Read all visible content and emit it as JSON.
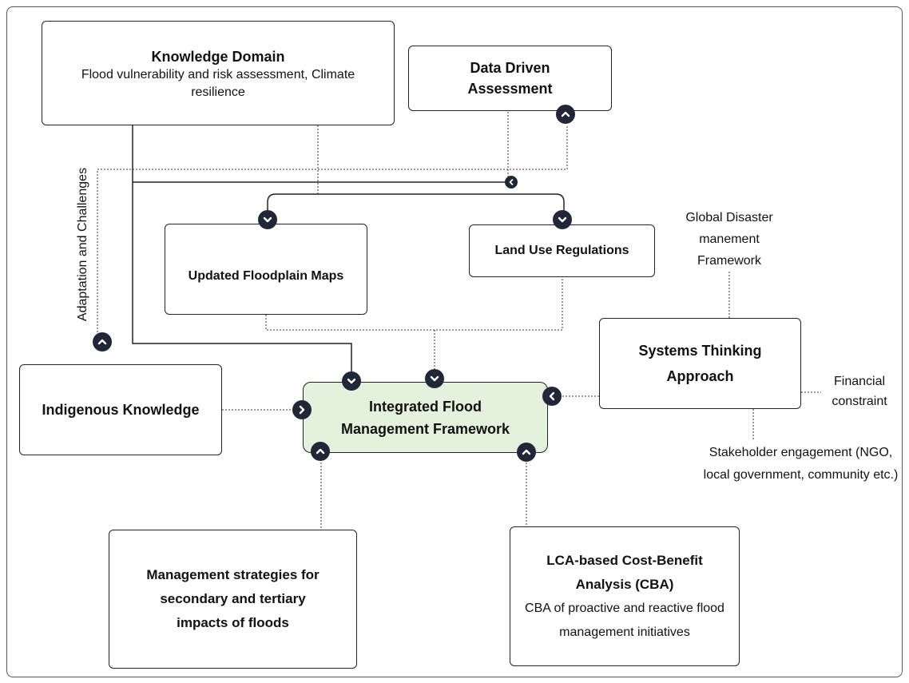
{
  "diagram": {
    "knowledge_domain": {
      "title": "Knowledge Domain",
      "subtitle": "Flood vulnerability and risk assessment, Climate resilience"
    },
    "data_driven": {
      "title": "Data Driven Assessment"
    },
    "floodplain_maps": {
      "title": "Updated Floodplain Maps"
    },
    "land_use": {
      "title": "Land Use Regulations"
    },
    "indigenous": {
      "title": "Indigenous Knowledge"
    },
    "central": {
      "title": "Integrated Flood Management Framework"
    },
    "systems_thinking": {
      "title": "Systems Thinking Approach"
    },
    "management": {
      "title": "Management strategies for secondary and tertiary impacts of floods"
    },
    "lca": {
      "title": "LCA-based Cost-Benefit Analysis (CBA)",
      "subtitle": "CBA of proactive and reactive flood management initiatives"
    },
    "labels": {
      "global_disaster": "Global Disaster manement Framework",
      "financial": "Financial constraint",
      "stakeholder": "Stakeholder engagement (NGO, local government, community etc.)",
      "adaptation": "Adaptation and Challenges"
    }
  }
}
